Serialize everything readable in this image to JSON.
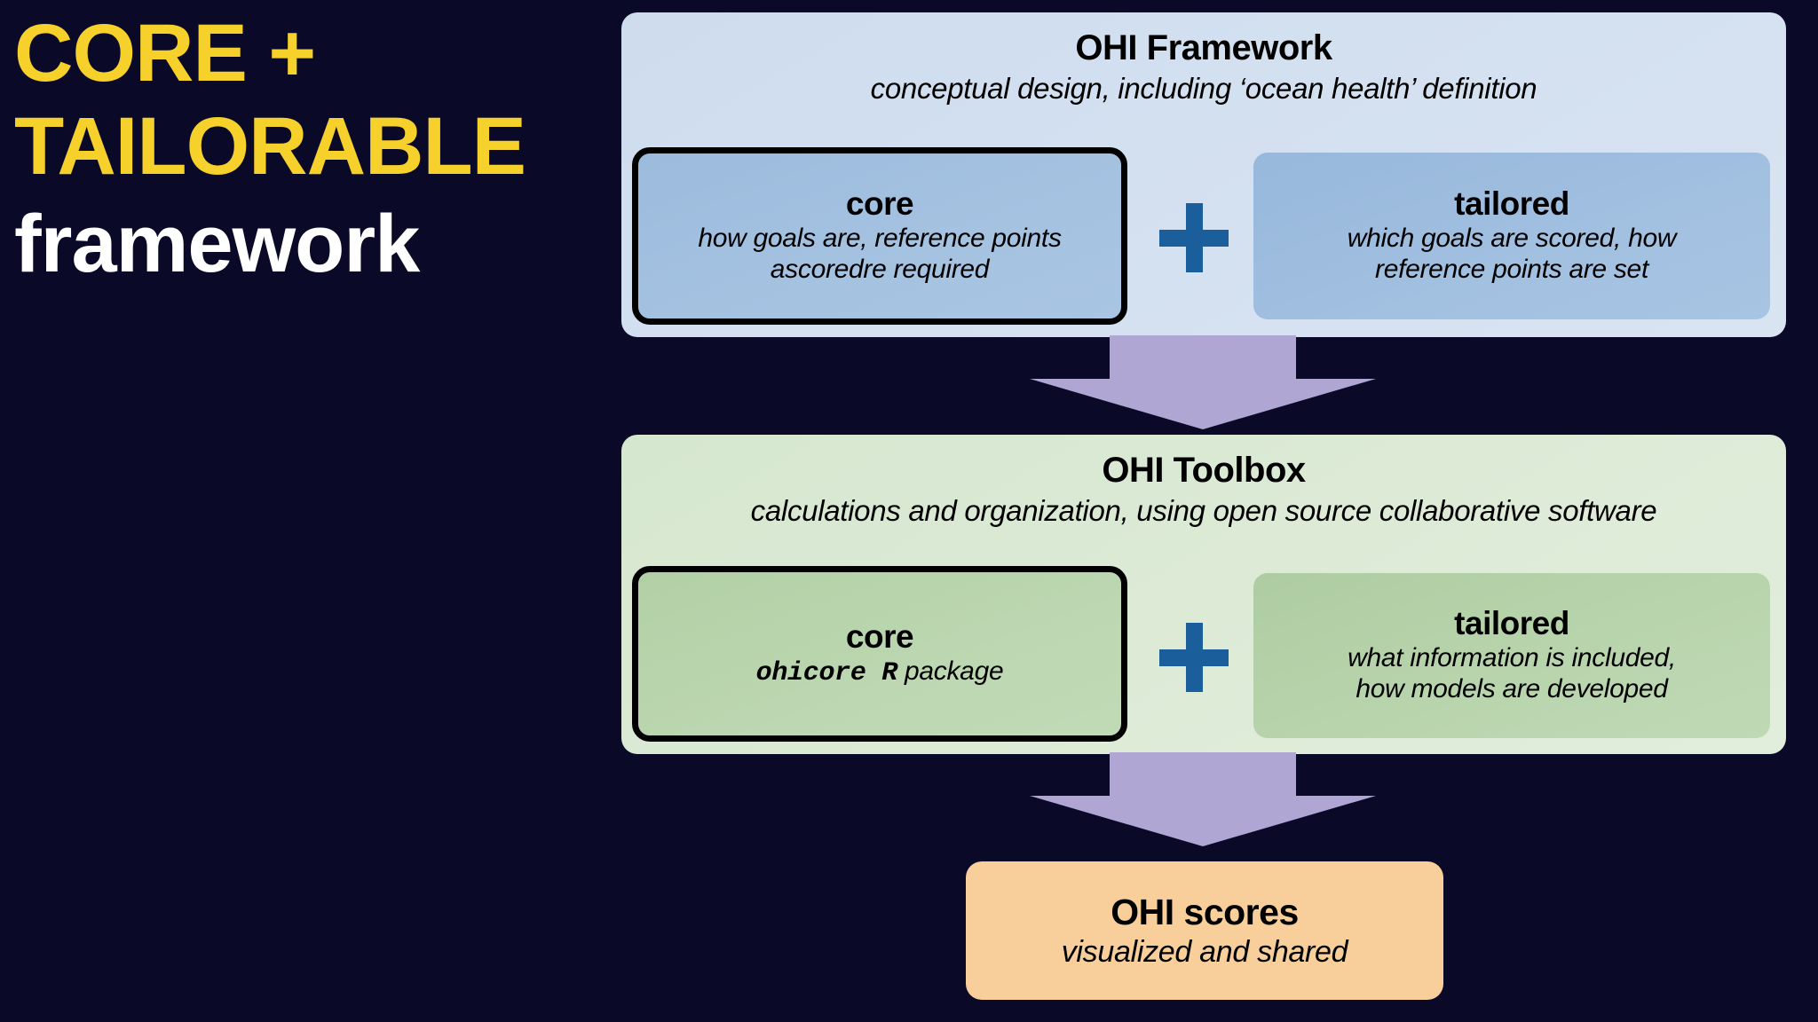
{
  "slide": {
    "background_color": "#0A0A28",
    "title_lines": [
      {
        "text": "CORE +",
        "color": "#F6D02B"
      },
      {
        "text": "TAILORABLE",
        "color": "#F6D02B"
      },
      {
        "text": "framework",
        "color": "#FFFFFF"
      }
    ]
  },
  "framework": {
    "title": "OHI Framework",
    "subtitle": "conceptual design, including ‘ocean health’ definition",
    "panel_color": "#D3E0F0",
    "core": {
      "heading": "core",
      "description_line1": "how goals are, reference points",
      "description_line2": "ascoredre required",
      "box_color": "#A5C2E1"
    },
    "plus_symbol": "+",
    "plus_color": "#1A5E9C",
    "tailored": {
      "heading": "tailored",
      "description_line1": "which goals are scored, how",
      "description_line2": "reference points are set",
      "box_color": "#A2C0E0"
    }
  },
  "toolbox": {
    "title": "OHI Toolbox",
    "subtitle": "calculations and organization, using open source collaborative software",
    "panel_color": "#DCEAD6",
    "core": {
      "heading": "core",
      "package_name": "ohicore R",
      "package_suffix": "package",
      "box_color": "#BCD7B1"
    },
    "plus_symbol": "+",
    "plus_color": "#1A5E9C",
    "tailored": {
      "heading": "tailored",
      "description_line1": "what information is included,",
      "description_line2": "how models are developed",
      "box_color": "#B9D5AE"
    }
  },
  "scores": {
    "title": "OHI scores",
    "subtitle": "visualized and shared",
    "box_color": "#F8CE9B"
  },
  "arrows": {
    "color": "#AFA6D4",
    "count": 2,
    "direction": "down"
  }
}
